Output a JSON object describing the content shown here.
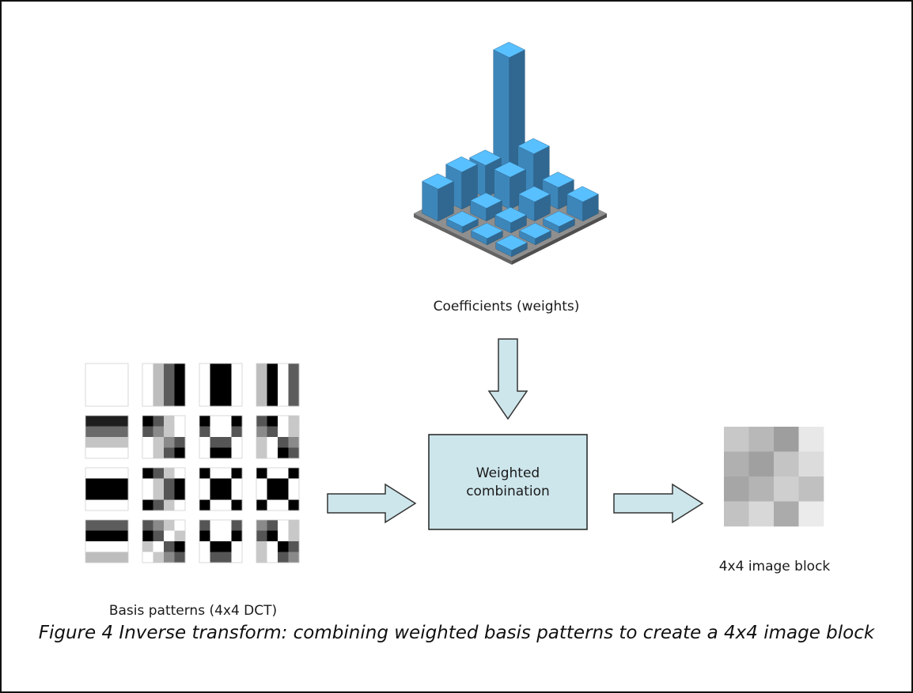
{
  "coefficients": {
    "label": "Coefficients (weights)",
    "bar_color": "#4ba3e3",
    "plate_color": "#8f8f8f",
    "values": [
      [
        100,
        34,
        17,
        15
      ],
      [
        25,
        25,
        15,
        5
      ],
      [
        29,
        10,
        8,
        3
      ],
      [
        25,
        3,
        3,
        3
      ]
    ]
  },
  "basis": {
    "label": "Basis patterns (4x4 DCT)",
    "tiles": [
      [
        [
          "#ffffff",
          "#ffffff",
          "#ffffff",
          "#ffffff"
        ],
        [
          "#ffffff",
          "#ffffff",
          "#ffffff",
          "#ffffff"
        ],
        [
          "#ffffff",
          "#ffffff",
          "#ffffff",
          "#ffffff"
        ],
        [
          "#ffffff",
          "#ffffff",
          "#ffffff",
          "#ffffff"
        ]
      ],
      [
        [
          "#ffffff",
          "#bdbdbd",
          "#5c5c5c",
          "#000000"
        ],
        [
          "#ffffff",
          "#bdbdbd",
          "#5c5c5c",
          "#000000"
        ],
        [
          "#ffffff",
          "#bdbdbd",
          "#5c5c5c",
          "#000000"
        ],
        [
          "#ffffff",
          "#bdbdbd",
          "#5c5c5c",
          "#000000"
        ]
      ],
      [
        [
          "#ffffff",
          "#000000",
          "#000000",
          "#ffffff"
        ],
        [
          "#ffffff",
          "#000000",
          "#000000",
          "#ffffff"
        ],
        [
          "#ffffff",
          "#000000",
          "#000000",
          "#ffffff"
        ],
        [
          "#ffffff",
          "#000000",
          "#000000",
          "#ffffff"
        ]
      ],
      [
        [
          "#bdbdbd",
          "#000000",
          "#ffffff",
          "#5c5c5c"
        ],
        [
          "#bdbdbd",
          "#000000",
          "#ffffff",
          "#5c5c5c"
        ],
        [
          "#bdbdbd",
          "#000000",
          "#ffffff",
          "#5c5c5c"
        ],
        [
          "#bdbdbd",
          "#000000",
          "#ffffff",
          "#5c5c5c"
        ]
      ],
      [
        [
          "#1e1e1e",
          "#1e1e1e",
          "#1e1e1e",
          "#1e1e1e"
        ],
        [
          "#6a6a6a",
          "#6a6a6a",
          "#6a6a6a",
          "#6a6a6a"
        ],
        [
          "#c4c4c4",
          "#c4c4c4",
          "#c4c4c4",
          "#c4c4c4"
        ],
        [
          "#ffffff",
          "#ffffff",
          "#ffffff",
          "#ffffff"
        ]
      ],
      [
        [
          "#000000",
          "#555555",
          "#c8c8c8",
          "#ffffff"
        ],
        [
          "#555555",
          "#8a8a8a",
          "#c8c8c8",
          "#ffffff"
        ],
        [
          "#ffffff",
          "#c8c8c8",
          "#8a8a8a",
          "#555555"
        ],
        [
          "#ffffff",
          "#c8c8c8",
          "#555555",
          "#000000"
        ]
      ],
      [
        [
          "#000000",
          "#ffffff",
          "#ffffff",
          "#000000"
        ],
        [
          "#555555",
          "#ffffff",
          "#ffffff",
          "#555555"
        ],
        [
          "#ffffff",
          "#555555",
          "#555555",
          "#ffffff"
        ],
        [
          "#ffffff",
          "#000000",
          "#000000",
          "#ffffff"
        ]
      ],
      [
        [
          "#555555",
          "#000000",
          "#ffffff",
          "#c8c8c8"
        ],
        [
          "#8a8a8a",
          "#555555",
          "#ffffff",
          "#c8c8c8"
        ],
        [
          "#c8c8c8",
          "#ffffff",
          "#555555",
          "#8a8a8a"
        ],
        [
          "#c8c8c8",
          "#ffffff",
          "#000000",
          "#555555"
        ]
      ],
      [
        [
          "#ffffff",
          "#ffffff",
          "#ffffff",
          "#ffffff"
        ],
        [
          "#000000",
          "#000000",
          "#000000",
          "#000000"
        ],
        [
          "#000000",
          "#000000",
          "#000000",
          "#000000"
        ],
        [
          "#ffffff",
          "#ffffff",
          "#ffffff",
          "#ffffff"
        ]
      ],
      [
        [
          "#000000",
          "#555555",
          "#c8c8c8",
          "#ffffff"
        ],
        [
          "#ffffff",
          "#c8c8c8",
          "#555555",
          "#000000"
        ],
        [
          "#ffffff",
          "#c8c8c8",
          "#555555",
          "#000000"
        ],
        [
          "#000000",
          "#555555",
          "#c8c8c8",
          "#ffffff"
        ]
      ],
      [
        [
          "#000000",
          "#ffffff",
          "#ffffff",
          "#000000"
        ],
        [
          "#ffffff",
          "#000000",
          "#000000",
          "#ffffff"
        ],
        [
          "#ffffff",
          "#000000",
          "#000000",
          "#ffffff"
        ],
        [
          "#000000",
          "#ffffff",
          "#ffffff",
          "#000000"
        ]
      ],
      [
        [
          "#000000",
          "#ffffff",
          "#ffffff",
          "#000000"
        ],
        [
          "#ffffff",
          "#000000",
          "#000000",
          "#ffffff"
        ],
        [
          "#ffffff",
          "#000000",
          "#000000",
          "#ffffff"
        ],
        [
          "#000000",
          "#ffffff",
          "#ffffff",
          "#000000"
        ]
      ],
      [
        [
          "#5c5c5c",
          "#5c5c5c",
          "#5c5c5c",
          "#5c5c5c"
        ],
        [
          "#000000",
          "#000000",
          "#000000",
          "#000000"
        ],
        [
          "#ffffff",
          "#ffffff",
          "#ffffff",
          "#ffffff"
        ],
        [
          "#bdbdbd",
          "#bdbdbd",
          "#bdbdbd",
          "#bdbdbd"
        ]
      ],
      [
        [
          "#555555",
          "#8a8a8a",
          "#c8c8c8",
          "#ffffff"
        ],
        [
          "#000000",
          "#555555",
          "#ffffff",
          "#c8c8c8"
        ],
        [
          "#c8c8c8",
          "#ffffff",
          "#555555",
          "#000000"
        ],
        [
          "#ffffff",
          "#c8c8c8",
          "#8a8a8a",
          "#555555"
        ]
      ],
      [
        [
          "#555555",
          "#ffffff",
          "#ffffff",
          "#555555"
        ],
        [
          "#000000",
          "#ffffff",
          "#ffffff",
          "#000000"
        ],
        [
          "#ffffff",
          "#000000",
          "#000000",
          "#ffffff"
        ],
        [
          "#ffffff",
          "#555555",
          "#555555",
          "#ffffff"
        ]
      ],
      [
        [
          "#8a8a8a",
          "#555555",
          "#ffffff",
          "#c8c8c8"
        ],
        [
          "#555555",
          "#000000",
          "#ffffff",
          "#c8c8c8"
        ],
        [
          "#c8c8c8",
          "#ffffff",
          "#000000",
          "#555555"
        ],
        [
          "#c8c8c8",
          "#ffffff",
          "#555555",
          "#8a8a8a"
        ]
      ]
    ]
  },
  "combiner": {
    "line1": "Weighted",
    "line2": "combination",
    "fill": "#cde6ec"
  },
  "arrow_fill": "#cde6ec",
  "output": {
    "label": "4x4 image block",
    "pixels": [
      [
        "#c8c8c8",
        "#b8b8b8",
        "#9e9e9e",
        "#e8e8e8"
      ],
      [
        "#b0b0b0",
        "#a0a0a0",
        "#c4c4c4",
        "#dcdcdc"
      ],
      [
        "#a6a6a6",
        "#b4b4b4",
        "#cfcfcf",
        "#c0c0c0"
      ],
      [
        "#c2c2c2",
        "#d8d8d8",
        "#ababab",
        "#ebebeb"
      ]
    ]
  },
  "caption": "Figure 4 Inverse transform: combining weighted basis patterns to create a 4x4 image block"
}
